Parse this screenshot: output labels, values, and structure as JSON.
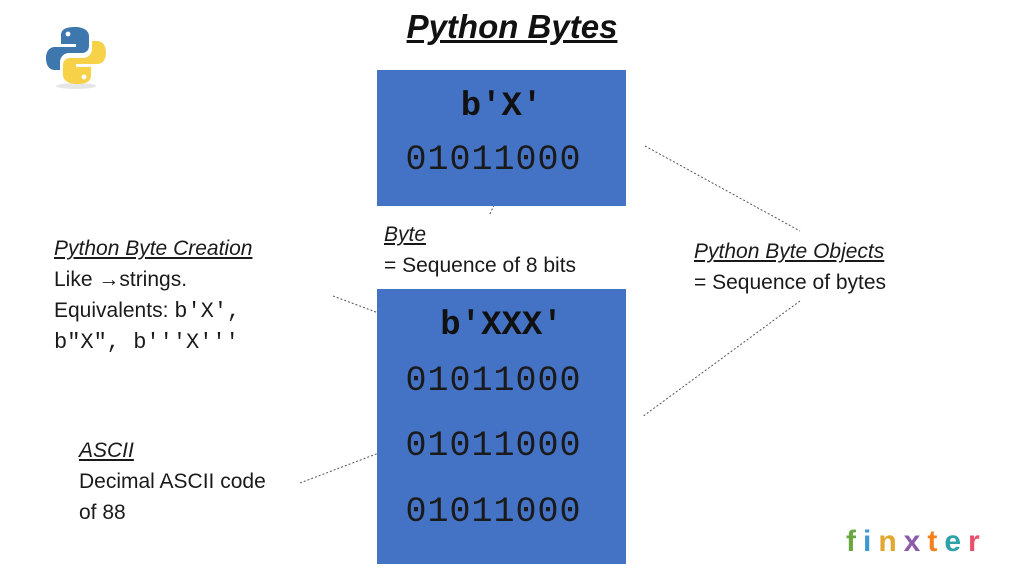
{
  "title": "Python Bytes",
  "byte_box": {
    "literal": "b'X'",
    "bits": "01011000"
  },
  "byte_label": {
    "heading": "Byte",
    "text": "= Sequence of 8 bits"
  },
  "bytes_box": {
    "literal": "b'XXX'",
    "rows": [
      "01011000",
      "01011000",
      "01011000"
    ]
  },
  "creation_note": {
    "heading": "Python Byte Creation",
    "line1_prefix": "Like ",
    "line1_arrow": "→",
    "line1_suffix": "strings.",
    "line2_prefix": "Equivalents: ",
    "line2_code": "b'X',",
    "line3_code": "b\"X\", b'''X'''"
  },
  "objects_note": {
    "heading": "Python Byte Objects",
    "text": "= Sequence of bytes"
  },
  "ascii_note": {
    "heading": "ASCII",
    "line1": "Decimal ASCII code",
    "line2": "of 88"
  },
  "brand": {
    "letters": [
      "f",
      "i",
      "n",
      "x",
      "t",
      "e",
      "r"
    ],
    "colors": [
      "#6aa83f",
      "#3d9ad1",
      "#e2a72b",
      "#8b5aa8",
      "#f2811d",
      "#2da3a9",
      "#e94f6b"
    ]
  },
  "colors": {
    "box_blue": "#4472c4",
    "python_blue": "#3e77ad",
    "python_yellow": "#f7d248"
  }
}
